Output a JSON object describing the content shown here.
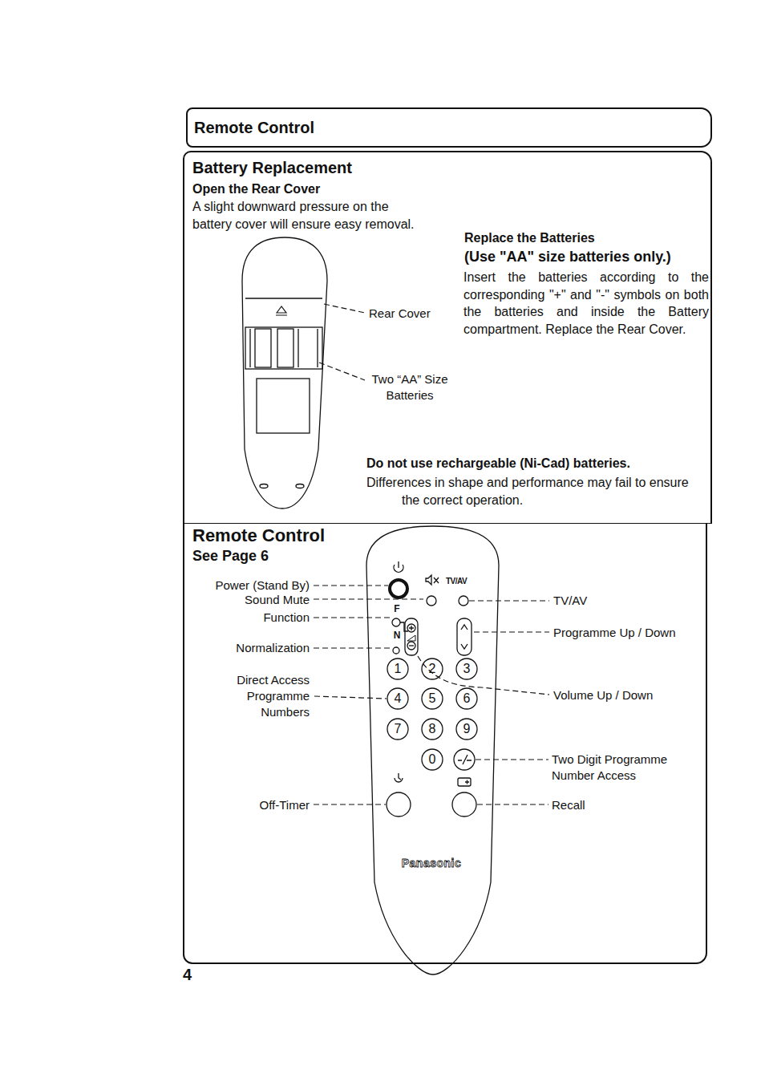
{
  "diagram": {
    "nodes": [
      {
        "text": [
          "Remote Control"
        ]
      },
      {
        "text": [
          "Battery Replacement",
          "Open the Rear Cover",
          "A slight downward pressure on the battery cover will ensure easy removal.",
          "Replace the Batteries",
          "(Use \"AA\" size batteries only.)",
          "Insert the batteries according to the corresponding \"+\" and \"-\" symbols on both the batteries and inside the Battery compartment. Replace the Rear Cover.",
          "Do not use rechargeable (Ni-Cad) batteries.",
          "Differences in shape and performance may fail to ensure the correct operation."
        ]
      },
      {
        "text": [
          "Remote Control",
          "See Page 6"
        ]
      }
    ],
    "labels": [
      "Rear Cover",
      "Two “AA” Size Batteries",
      "Power (Stand By)",
      "TV/AV",
      "Sound Mute",
      "TV/AV",
      "F",
      "Function",
      "Programme Up / Down",
      "N",
      "Normalization",
      "1",
      "2",
      "3",
      "Direct Access Programme Numbers",
      "4",
      "5",
      "6",
      "Volume Up / Down",
      "7",
      "8",
      "9",
      "0",
      "Two Digit Programme Number Access",
      "Off-Timer",
      "Recall",
      "Panasonic",
      "4"
    ]
  }
}
